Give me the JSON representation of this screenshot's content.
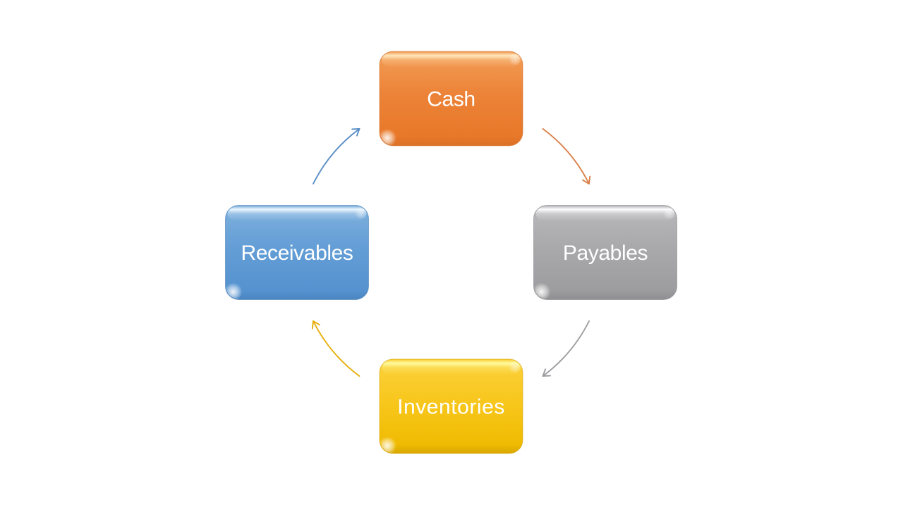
{
  "diagram": {
    "type": "cycle",
    "direction": "clockwise",
    "background_color": "#FFFFFF",
    "label_text_color": "#FFFFFF",
    "nodes": [
      {
        "id": "cash",
        "label": "Cash",
        "position": "top",
        "base_color": "#ED7D31",
        "fill_top": "#F39E57",
        "fill_mid": "#EC8338",
        "fill_low": "#E87829",
        "fill_rim": "#DC7026",
        "highlight": "#FFE7BC",
        "edge": "rgba(203,106,40,0.55)"
      },
      {
        "id": "payables",
        "label": "Payables",
        "position": "right",
        "base_color": "#A5A5A5",
        "fill_top": "#B9B9BB",
        "fill_mid": "#A9A9AB",
        "fill_low": "#9D9D9F",
        "fill_rim": "#8F8F91",
        "highlight": "#FBFBFD",
        "edge": "rgba(128,128,131,0.55)"
      },
      {
        "id": "inventories",
        "label": "Inventories",
        "position": "bottom",
        "base_color": "#FFC000",
        "fill_top": "#FBD03B",
        "fill_mid": "#F8C71D",
        "fill_low": "#F0BB02",
        "fill_rim": "#D9A800",
        "highlight": "#FFFB9E",
        "edge": "rgba(206,160,8,0.55)"
      },
      {
        "id": "receivables",
        "label": "Receivables",
        "position": "left",
        "base_color": "#5B9BD5",
        "fill_top": "#7EB0DD",
        "fill_mid": "#649ED6",
        "fill_low": "#5592CF",
        "fill_rim": "#4885C1",
        "highlight": "#EAF5FE",
        "edge": "rgba(66,120,174,0.55)"
      }
    ],
    "arrows": [
      {
        "id": "cash-to-payables",
        "from": "Cash",
        "to": "Payables",
        "color": "#D98148"
      },
      {
        "id": "payables-to-inventories",
        "from": "Payables",
        "to": "Inventories",
        "color": "#9D9DA0"
      },
      {
        "id": "inventories-to-receivables",
        "from": "Inventories",
        "to": "Receivables",
        "color": "#E7AE0A"
      },
      {
        "id": "receivables-to-cash",
        "from": "Receivables",
        "to": "Cash",
        "color": "#5A8FC6"
      }
    ]
  }
}
